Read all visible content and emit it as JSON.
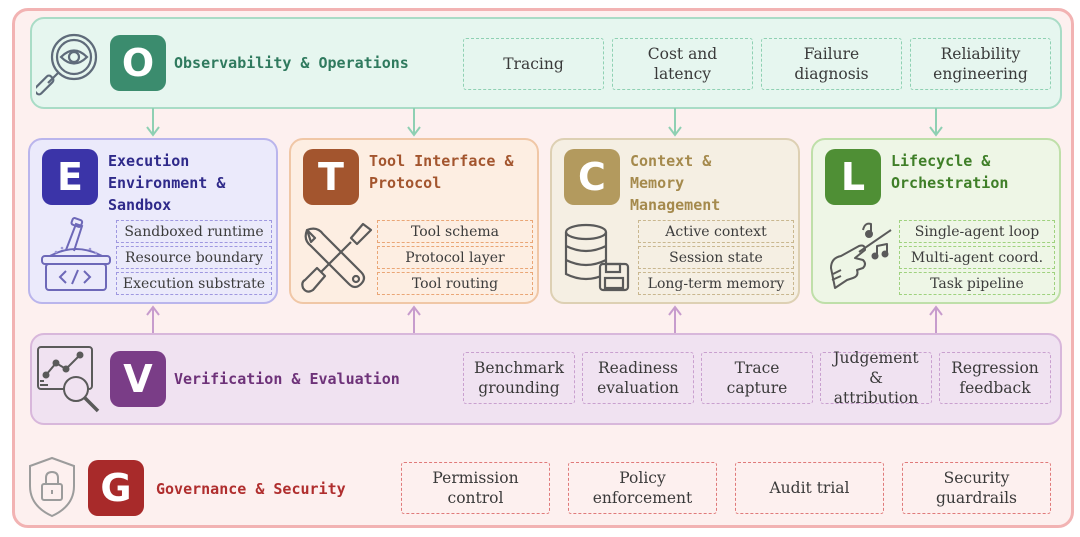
{
  "observability": {
    "letter": "O",
    "title": "Observability & Operations",
    "items": [
      "Tracing",
      "Cost and latency",
      "Failure diagnosis",
      "Reliability engineering"
    ]
  },
  "execution": {
    "letter": "E",
    "title": "Execution Environment & Sandbox",
    "items": [
      "Sandboxed runtime",
      "Resource boundary",
      "Execution substrate"
    ]
  },
  "tool": {
    "letter": "T",
    "title": "Tool Interface & Protocol",
    "items": [
      "Tool schema",
      "Protocol layer",
      "Tool routing"
    ]
  },
  "context": {
    "letter": "C",
    "title": "Context & Memory Management",
    "items": [
      "Active context",
      "Session state",
      "Long-term memory"
    ]
  },
  "lifecycle": {
    "letter": "L",
    "title": "Lifecycle & Orchestration",
    "items": [
      "Single-agent loop",
      "Multi-agent coord.",
      "Task pipeline"
    ]
  },
  "verification": {
    "letter": "V",
    "title": "Verification & Evaluation",
    "items": [
      "Benchmark grounding",
      "Readiness evaluation",
      "Trace capture",
      "Judgement & attribution",
      "Regression feedback"
    ]
  },
  "governance": {
    "letter": "G",
    "title": "Governance & Security",
    "items": [
      "Permission control",
      "Policy enforcement",
      "Audit trial",
      "Security guardrails"
    ]
  },
  "colors": {
    "observability": "#3b8c6e",
    "execution": "#3b34a8",
    "tool": "#a3552e",
    "context": "#b39a5e",
    "lifecycle": "#4f8f35",
    "verification": "#7a3d87",
    "governance": "#a82a2a"
  },
  "icons": {
    "observability": "magnifier-eye-icon",
    "execution": "sandbox-code-icon",
    "tool": "wrench-screwdriver-icon",
    "context": "database-save-icon",
    "lifecycle": "conductor-hand-icon",
    "verification": "chart-magnifier-icon",
    "governance": "shield-lock-icon"
  }
}
